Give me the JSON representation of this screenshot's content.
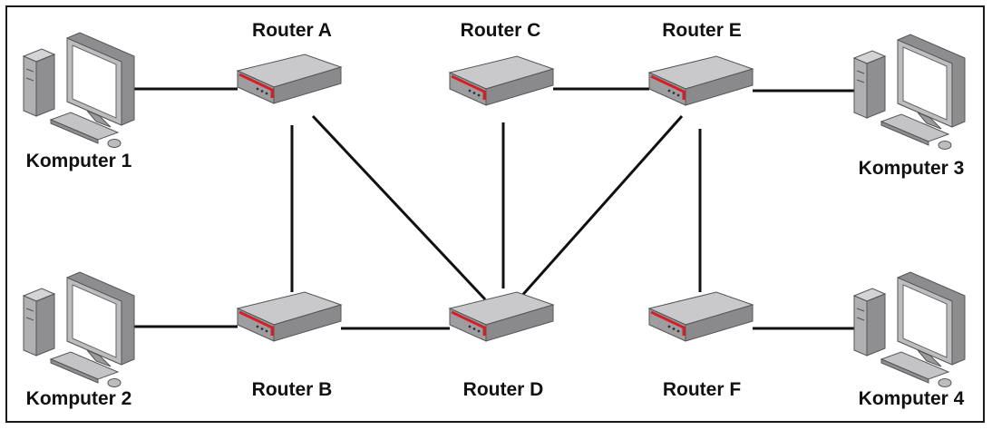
{
  "routers": [
    {
      "id": "A",
      "label": "Router A"
    },
    {
      "id": "B",
      "label": "Router B"
    },
    {
      "id": "C",
      "label": "Router C"
    },
    {
      "id": "D",
      "label": "Router D"
    },
    {
      "id": "E",
      "label": "Router E"
    },
    {
      "id": "F",
      "label": "Router F"
    }
  ],
  "computers": [
    {
      "id": "1",
      "label": "Komputer 1"
    },
    {
      "id": "2",
      "label": "Komputer 2"
    },
    {
      "id": "3",
      "label": "Komputer 3"
    },
    {
      "id": "4",
      "label": "Komputer 4"
    }
  ],
  "links": [
    [
      "Komputer 1",
      "Router A"
    ],
    [
      "Router A",
      "Router B"
    ],
    [
      "Router A",
      "Router D"
    ],
    [
      "Router C",
      "Router D"
    ],
    [
      "Router C",
      "Router E"
    ],
    [
      "Router E",
      "Router D"
    ],
    [
      "Router E",
      "Router F"
    ],
    [
      "Router E",
      "Komputer 3"
    ],
    [
      "Komputer 2",
      "Router B"
    ],
    [
      "Router B",
      "Router D"
    ],
    [
      "Router F",
      "Komputer 4"
    ]
  ],
  "colors": {
    "accent": "#d0202a",
    "device_body": "#a9a9ab",
    "device_top": "#c7c7c9",
    "line": "#111111"
  }
}
